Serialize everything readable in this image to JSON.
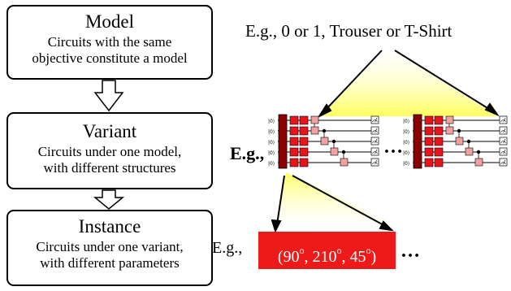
{
  "hierarchy": {
    "model": {
      "title": "Model",
      "line1": "Circuits with the same",
      "line2": "objective constitute a model"
    },
    "variant": {
      "title": "Variant",
      "line1": "Circuits under one model,",
      "line2": "with different structures"
    },
    "instance": {
      "title": "Instance",
      "line1": "Circuits under one variant,",
      "line2": "with different parameters"
    }
  },
  "examples": {
    "model_labels": "E.g., 0 or 1, Trouser or  T-Shirt",
    "variant_prefix": "E.g.,",
    "instance_prefix": "E.g.,",
    "instance_params": [
      "90",
      "210",
      "45"
    ],
    "degree_symbol": "o",
    "ellipsis": "…",
    "qubit_label": "|0⟩"
  },
  "colors": {
    "highlight_yellow": "#ffff66",
    "param_red": "#ee1a1a",
    "gate_red": "#e8141c",
    "gate_pink": "#f4a0a0",
    "encoder_dark_red": "#8b0000"
  }
}
